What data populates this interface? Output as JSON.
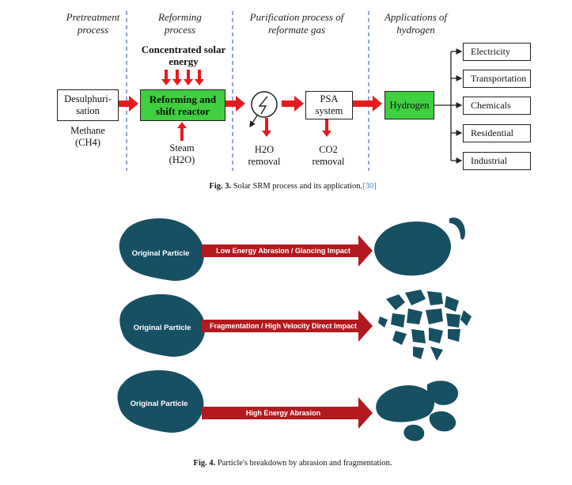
{
  "fig3": {
    "stage_headers": [
      "Pretreatment process",
      "Reforming process",
      "Purification process of reformate gas",
      "Applications of hydrogen"
    ],
    "solar_label": "Concentrated solar energy",
    "desulph_label": "Desulphuri-sation",
    "methane_label": "Methane",
    "methane_formula": "(CH4)",
    "reactor_label": "Reforming and shift reactor",
    "steam_label": "Steam",
    "steam_formula": "(H2O)",
    "h2o_removal": "H2O removal",
    "psa_label": "PSA system",
    "co2_removal": "CO2 removal",
    "hydrogen_label": "Hydrogen",
    "applications": [
      "Electricity",
      "Transportation",
      "Chemicals",
      "Residential",
      "Industrial"
    ],
    "caption_num": "Fig. 3.",
    "caption_text": "Solar SRM process and its application.",
    "caption_ref": "[30]",
    "colors": {
      "arrow_red": "#e8191c",
      "box_green": "#3fcf3f",
      "divider": "#4a6ea8"
    }
  },
  "fig4": {
    "rows": [
      {
        "particle_label": "Original Particle",
        "process_label": "Low Energy Abrasion  / Glancing Impact"
      },
      {
        "particle_label": "Original Particle",
        "process_label": "Fragmentation / High Velocity Direct Impact"
      },
      {
        "particle_label": "Original Particle",
        "process_label": "High Energy Abrasion"
      }
    ],
    "caption_num": "Fig. 4.",
    "caption_text": "Particle's breakdown by abrasion and fragmentation.",
    "colors": {
      "particle": "#174f63",
      "arrow": "#b21a1f"
    }
  }
}
